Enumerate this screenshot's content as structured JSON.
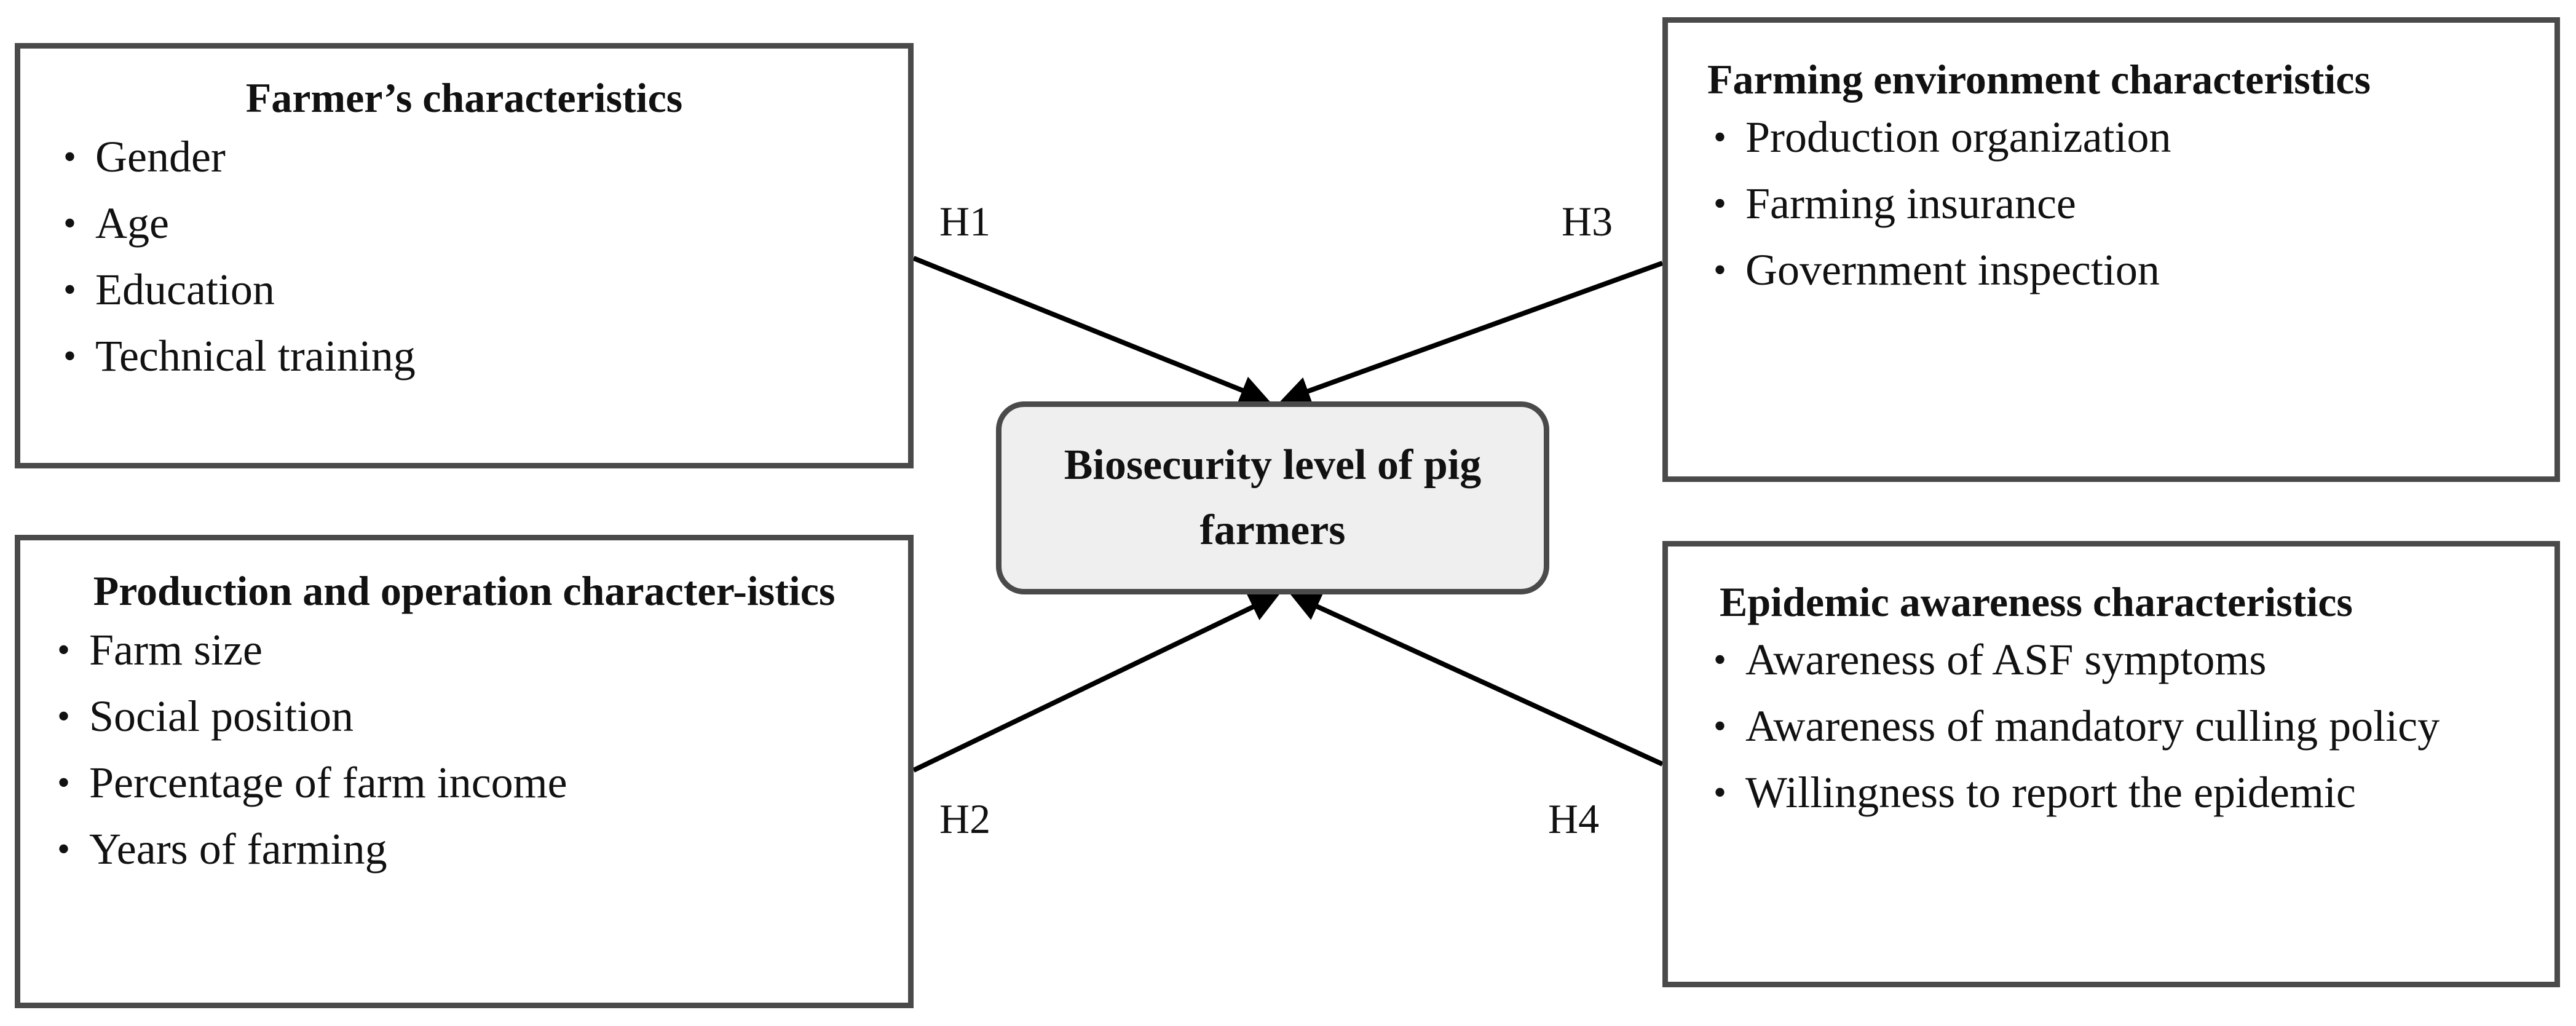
{
  "center": {
    "label": "Biosecurity level of pig farmers"
  },
  "boxes": {
    "farmer": {
      "title": "Farmer’s characteristics",
      "items": [
        "Gender",
        "Age",
        "Education",
        "Technical training"
      ]
    },
    "production": {
      "title": "Production and operation character-istics",
      "items": [
        "Farm size",
        "Social position",
        "Percentage of farm income",
        "Years of farming"
      ]
    },
    "environment": {
      "title": "Farming environment characteristics",
      "items": [
        "Production organization",
        "Farming insurance",
        "Government inspection"
      ]
    },
    "epidemic": {
      "title": "Epidemic awareness characteristics",
      "items": [
        "Awareness of ASF symptoms",
        "Awareness of mandatory culling policy",
        "Willingness to report the epidemic"
      ]
    }
  },
  "hypotheses": {
    "h1": "H1",
    "h2": "H2",
    "h3": "H3",
    "h4": "H4"
  },
  "bullet": "•",
  "colors": {
    "border": "#4a4a4a",
    "center_fill": "#efefef",
    "arrow": "#000000"
  }
}
